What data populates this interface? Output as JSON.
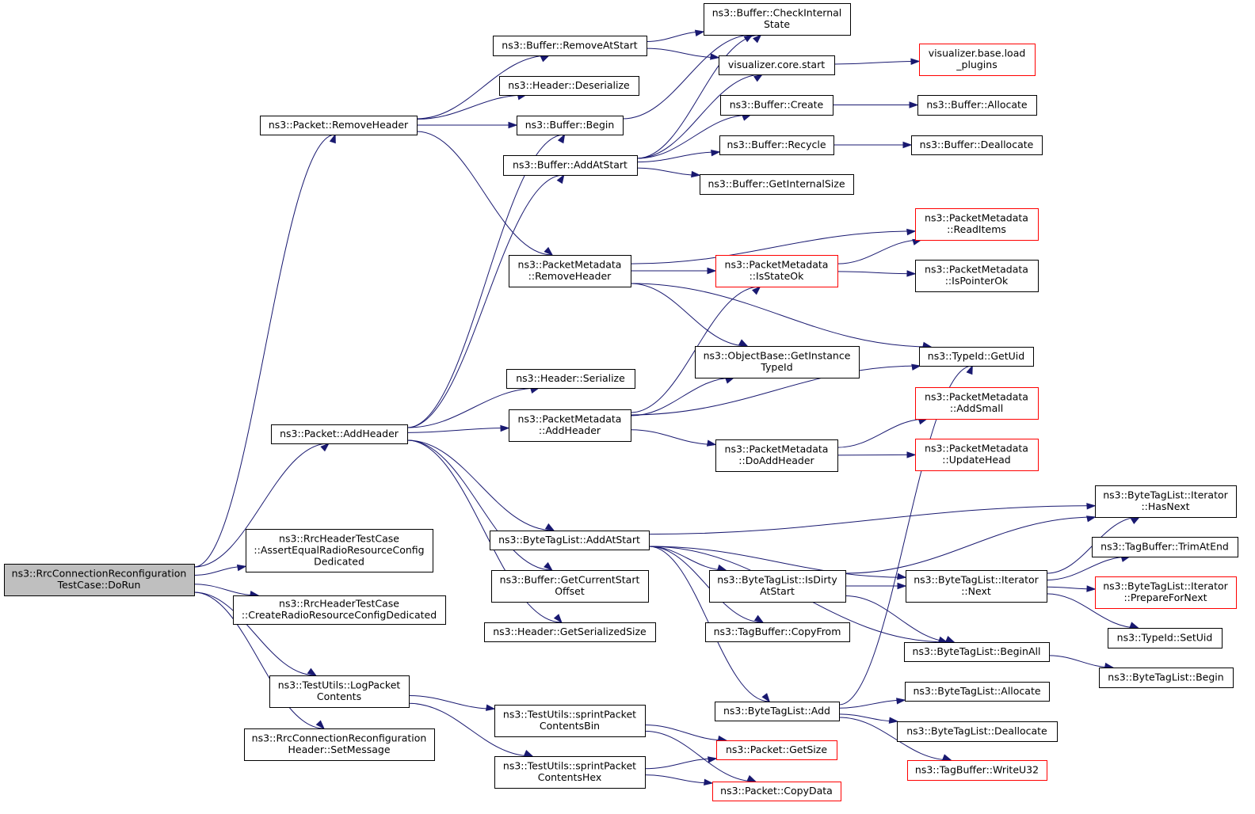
{
  "colors": {
    "edge": "#191970",
    "root_fill": "#bfbfbf",
    "incomplete_border": "#ff0000",
    "border": "#000000"
  },
  "nodes": [
    {
      "id": "doRun",
      "lines": [
        "ns3::RrcConnectionReconfiguration",
        "TestCase::DoRun"
      ],
      "style": "root"
    },
    {
      "id": "removeHeader",
      "lines": [
        "ns3::Packet::RemoveHeader"
      ]
    },
    {
      "id": "addHeader",
      "lines": [
        "ns3::Packet::AddHeader"
      ]
    },
    {
      "id": "assertEqual",
      "lines": [
        "ns3::RrcHeaderTestCase",
        "::AssertEqualRadioResourceConfig",
        "Dedicated"
      ]
    },
    {
      "id": "createRadio",
      "lines": [
        "ns3::RrcHeaderTestCase",
        "::CreateRadioResourceConfigDedicated"
      ]
    },
    {
      "id": "logPacket",
      "lines": [
        "ns3::TestUtils::LogPacket",
        "Contents"
      ]
    },
    {
      "id": "setMessage",
      "lines": [
        "ns3::RrcConnectionReconfiguration",
        "Header::SetMessage"
      ]
    },
    {
      "id": "bufRemoveAtStart",
      "lines": [
        "ns3::Buffer::RemoveAtStart"
      ]
    },
    {
      "id": "headerDeserialize",
      "lines": [
        "ns3::Header::Deserialize"
      ]
    },
    {
      "id": "bufBegin",
      "lines": [
        "ns3::Buffer::Begin"
      ]
    },
    {
      "id": "bufAddAtStart",
      "lines": [
        "ns3::Buffer::AddAtStart"
      ]
    },
    {
      "id": "pmRemoveHeader",
      "lines": [
        "ns3::PacketMetadata",
        "::RemoveHeader"
      ]
    },
    {
      "id": "headerSerialize",
      "lines": [
        "ns3::Header::Serialize"
      ]
    },
    {
      "id": "pmAddHeader",
      "lines": [
        "ns3::PacketMetadata",
        "::AddHeader"
      ]
    },
    {
      "id": "btlAddAtStart",
      "lines": [
        "ns3::ByteTagList::AddAtStart"
      ]
    },
    {
      "id": "bufGetCurrentStart",
      "lines": [
        "ns3::Buffer::GetCurrentStart",
        "Offset"
      ]
    },
    {
      "id": "headerGetSerSize",
      "lines": [
        "ns3::Header::GetSerializedSize"
      ]
    },
    {
      "id": "sprintBin",
      "lines": [
        "ns3::TestUtils::sprintPacket",
        "ContentsBin"
      ]
    },
    {
      "id": "sprintHex",
      "lines": [
        "ns3::TestUtils::sprintPacket",
        "ContentsHex"
      ]
    },
    {
      "id": "bufCheckInternal",
      "lines": [
        "ns3::Buffer::CheckInternal",
        "State"
      ]
    },
    {
      "id": "vizCoreStart",
      "lines": [
        "visualizer.core.start"
      ]
    },
    {
      "id": "bufCreate",
      "lines": [
        "ns3::Buffer::Create"
      ]
    },
    {
      "id": "bufRecycle",
      "lines": [
        "ns3::Buffer::Recycle"
      ]
    },
    {
      "id": "bufGetInternalSize",
      "lines": [
        "ns3::Buffer::GetInternalSize"
      ]
    },
    {
      "id": "pmIsStateOk",
      "lines": [
        "ns3::PacketMetadata",
        "::IsStateOk"
      ],
      "style": "red"
    },
    {
      "id": "objGetInstance",
      "lines": [
        "ns3::ObjectBase::GetInstance",
        "TypeId"
      ]
    },
    {
      "id": "pmDoAddHeader",
      "lines": [
        "ns3::PacketMetadata",
        "::DoAddHeader"
      ]
    },
    {
      "id": "btlIsDirty",
      "lines": [
        "ns3::ByteTagList::IsDirty",
        "AtStart"
      ]
    },
    {
      "id": "tbCopyFrom",
      "lines": [
        "ns3::TagBuffer::CopyFrom"
      ]
    },
    {
      "id": "btlAdd",
      "lines": [
        "ns3::ByteTagList::Add"
      ]
    },
    {
      "id": "pktGetSize",
      "lines": [
        "ns3::Packet::GetSize"
      ],
      "style": "red"
    },
    {
      "id": "pktCopyData",
      "lines": [
        "ns3::Packet::CopyData"
      ],
      "style": "red"
    },
    {
      "id": "vizLoadPlugins",
      "lines": [
        "visualizer.base.load",
        "_plugins"
      ],
      "style": "red"
    },
    {
      "id": "bufAllocate",
      "lines": [
        "ns3::Buffer::Allocate"
      ]
    },
    {
      "id": "bufDeallocate",
      "lines": [
        "ns3::Buffer::Deallocate"
      ]
    },
    {
      "id": "pmReadItems",
      "lines": [
        "ns3::PacketMetadata",
        "::ReadItems"
      ],
      "style": "red"
    },
    {
      "id": "pmIsPointerOk",
      "lines": [
        "ns3::PacketMetadata",
        "::IsPointerOk"
      ]
    },
    {
      "id": "typeIdGetUid",
      "lines": [
        "ns3::TypeId::GetUid"
      ]
    },
    {
      "id": "pmAddSmall",
      "lines": [
        "ns3::PacketMetadata",
        "::AddSmall"
      ],
      "style": "red"
    },
    {
      "id": "pmUpdateHead",
      "lines": [
        "ns3::PacketMetadata",
        "::UpdateHead"
      ],
      "style": "red"
    },
    {
      "id": "btlIterNext",
      "lines": [
        "ns3::ByteTagList::Iterator",
        "::Next"
      ]
    },
    {
      "id": "btlBeginAll",
      "lines": [
        "ns3::ByteTagList::BeginAll"
      ]
    },
    {
      "id": "btlAllocate",
      "lines": [
        "ns3::ByteTagList::Allocate"
      ]
    },
    {
      "id": "btlDeallocate",
      "lines": [
        "ns3::ByteTagList::Deallocate"
      ]
    },
    {
      "id": "tbWriteU32",
      "lines": [
        "ns3::TagBuffer::WriteU32"
      ],
      "style": "red"
    },
    {
      "id": "btlIterHasNext",
      "lines": [
        "ns3::ByteTagList::Iterator",
        "::HasNext"
      ]
    },
    {
      "id": "tbTrimAtEnd",
      "lines": [
        "ns3::TagBuffer::TrimAtEnd"
      ]
    },
    {
      "id": "btlIterPrepare",
      "lines": [
        "ns3::ByteTagList::Iterator",
        "::PrepareForNext"
      ],
      "style": "red"
    },
    {
      "id": "typeIdSetUid",
      "lines": [
        "ns3::TypeId::SetUid"
      ]
    },
    {
      "id": "btlBegin",
      "lines": [
        "ns3::ByteTagList::Begin"
      ]
    }
  ],
  "edges": [
    [
      "doRun",
      "removeHeader"
    ],
    [
      "doRun",
      "addHeader"
    ],
    [
      "doRun",
      "assertEqual"
    ],
    [
      "doRun",
      "createRadio"
    ],
    [
      "doRun",
      "logPacket"
    ],
    [
      "doRun",
      "setMessage"
    ],
    [
      "removeHeader",
      "bufRemoveAtStart"
    ],
    [
      "removeHeader",
      "headerDeserialize"
    ],
    [
      "removeHeader",
      "bufBegin"
    ],
    [
      "removeHeader",
      "pmRemoveHeader"
    ],
    [
      "addHeader",
      "bufBegin"
    ],
    [
      "addHeader",
      "bufAddAtStart"
    ],
    [
      "addHeader",
      "headerSerialize"
    ],
    [
      "addHeader",
      "pmAddHeader"
    ],
    [
      "addHeader",
      "btlAddAtStart"
    ],
    [
      "addHeader",
      "bufGetCurrentStart"
    ],
    [
      "addHeader",
      "headerGetSerSize"
    ],
    [
      "logPacket",
      "sprintBin"
    ],
    [
      "logPacket",
      "sprintHex"
    ],
    [
      "bufRemoveAtStart",
      "bufCheckInternal"
    ],
    [
      "bufRemoveAtStart",
      "vizCoreStart"
    ],
    [
      "bufBegin",
      "bufCheckInternal"
    ],
    [
      "bufAddAtStart",
      "bufCheckInternal"
    ],
    [
      "bufAddAtStart",
      "vizCoreStart"
    ],
    [
      "bufAddAtStart",
      "bufCreate"
    ],
    [
      "bufAddAtStart",
      "bufRecycle"
    ],
    [
      "bufAddAtStart",
      "bufGetInternalSize"
    ],
    [
      "pmRemoveHeader",
      "pmReadItems"
    ],
    [
      "pmRemoveHeader",
      "pmIsStateOk"
    ],
    [
      "pmRemoveHeader",
      "objGetInstance"
    ],
    [
      "pmRemoveHeader",
      "typeIdGetUid"
    ],
    [
      "pmAddHeader",
      "pmIsStateOk"
    ],
    [
      "pmAddHeader",
      "objGetInstance"
    ],
    [
      "pmAddHeader",
      "typeIdGetUid"
    ],
    [
      "pmAddHeader",
      "pmDoAddHeader"
    ],
    [
      "btlAddAtStart",
      "btlIterHasNext"
    ],
    [
      "btlAddAtStart",
      "btlIsDirty"
    ],
    [
      "btlAddAtStart",
      "btlIterNext"
    ],
    [
      "btlAddAtStart",
      "tbCopyFrom"
    ],
    [
      "btlAddAtStart",
      "btlBeginAll"
    ],
    [
      "btlAddAtStart",
      "btlAdd"
    ],
    [
      "sprintBin",
      "pktGetSize"
    ],
    [
      "sprintBin",
      "pktCopyData"
    ],
    [
      "sprintHex",
      "pktGetSize"
    ],
    [
      "sprintHex",
      "pktCopyData"
    ],
    [
      "vizCoreStart",
      "vizLoadPlugins"
    ],
    [
      "bufCreate",
      "bufAllocate"
    ],
    [
      "bufRecycle",
      "bufDeallocate"
    ],
    [
      "pmIsStateOk",
      "pmReadItems"
    ],
    [
      "pmIsStateOk",
      "pmIsPointerOk"
    ],
    [
      "pmDoAddHeader",
      "pmAddSmall"
    ],
    [
      "pmDoAddHeader",
      "pmUpdateHead"
    ],
    [
      "btlIsDirty",
      "btlIterHasNext"
    ],
    [
      "btlIsDirty",
      "btlIterNext"
    ],
    [
      "btlIsDirty",
      "btlBeginAll"
    ],
    [
      "btlAdd",
      "typeIdGetUid"
    ],
    [
      "btlAdd",
      "btlAllocate"
    ],
    [
      "btlAdd",
      "btlDeallocate"
    ],
    [
      "btlAdd",
      "tbWriteU32"
    ],
    [
      "btlIterNext",
      "btlIterHasNext"
    ],
    [
      "btlIterNext",
      "tbTrimAtEnd"
    ],
    [
      "btlIterNext",
      "btlIterPrepare"
    ],
    [
      "btlIterNext",
      "typeIdSetUid"
    ],
    [
      "btlBeginAll",
      "btlBegin"
    ]
  ]
}
